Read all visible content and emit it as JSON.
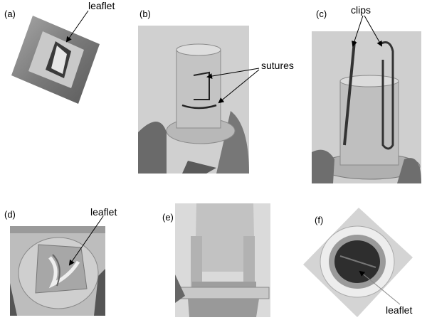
{
  "panels": {
    "a": {
      "label": "(a)",
      "annotation": "leaflet"
    },
    "b": {
      "label": "(b)",
      "annotation": "sutures"
    },
    "c": {
      "label": "(c)",
      "annotation": "clips"
    },
    "d": {
      "label": "(d)",
      "annotation": "leaflet"
    },
    "e": {
      "label": "(e)"
    },
    "f": {
      "label": "(f)",
      "annotation": "leaflet"
    }
  },
  "colors": {
    "photo_dark": "#3a3a3a",
    "photo_mid": "#9a9a9a",
    "photo_light": "#d8d8d8",
    "background": "#ffffff"
  }
}
